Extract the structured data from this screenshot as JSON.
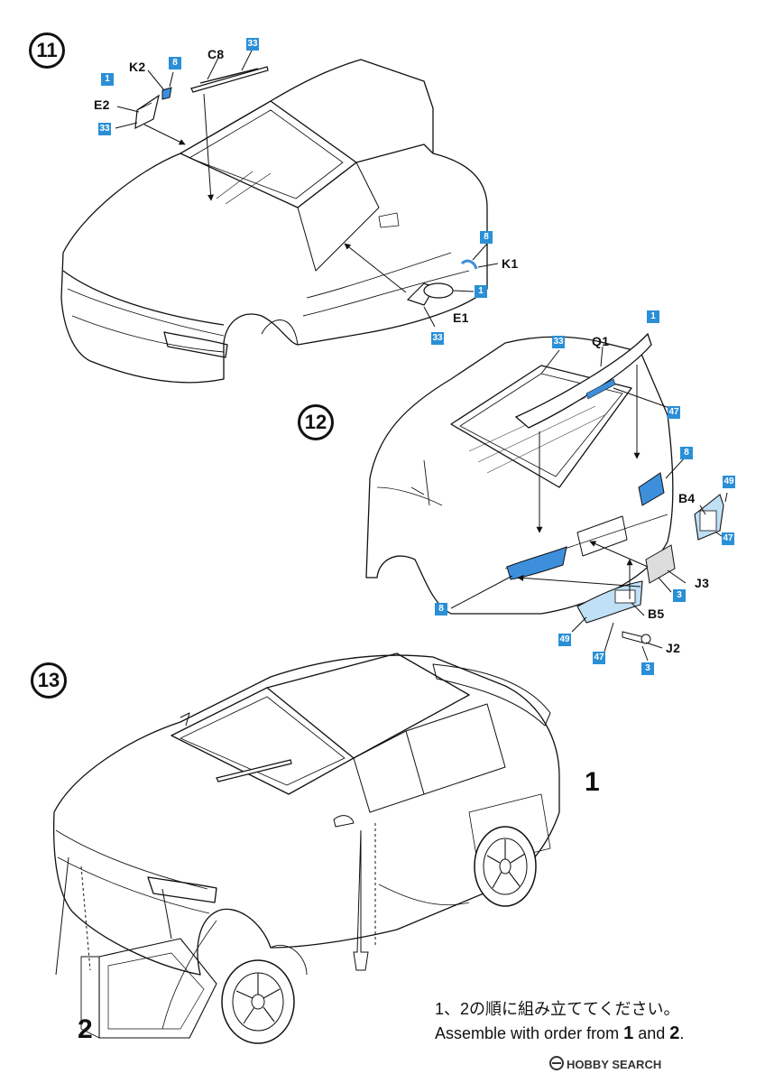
{
  "steps": {
    "s11": {
      "number": "11",
      "labels": {
        "k2": "K2",
        "c8": "C8",
        "e2": "E2",
        "k1": "K1",
        "e1": "E1"
      },
      "colors": {
        "k2": "8",
        "c8": "33",
        "e2_top": "1",
        "e2_bottom": "33",
        "k1": "8",
        "e1_right": "1",
        "e1_bottom": "33"
      }
    },
    "s12": {
      "number": "12",
      "labels": {
        "q1": "Q1",
        "b4": "B4",
        "j3": "J3",
        "b5": "B5",
        "j2": "J2"
      },
      "colors": {
        "glass": "33",
        "wing": "1",
        "wing_stripe": "47",
        "right_lamp": "8",
        "b4_a": "49",
        "b4_b": "47",
        "j3": "3",
        "left_lamp": "8",
        "b5_a": "49",
        "b5_b": "47",
        "j2": "3"
      }
    },
    "s13": {
      "number": "13",
      "order_1": "1",
      "order_2": "2",
      "note_jp": "1、2の順に組み立ててください。",
      "note_en_a": "Assemble with order from",
      "note_en_1": "1",
      "note_en_mid": "and",
      "note_en_2": "2",
      "note_en_end": "."
    }
  },
  "footer": {
    "watermark": "HOBBY SEARCH"
  },
  "colors": {
    "callout_blue": "#2a8fd6",
    "part_fill": "#3d8fdc",
    "light_blue": "#bfe0f5",
    "ink": "#111111"
  }
}
